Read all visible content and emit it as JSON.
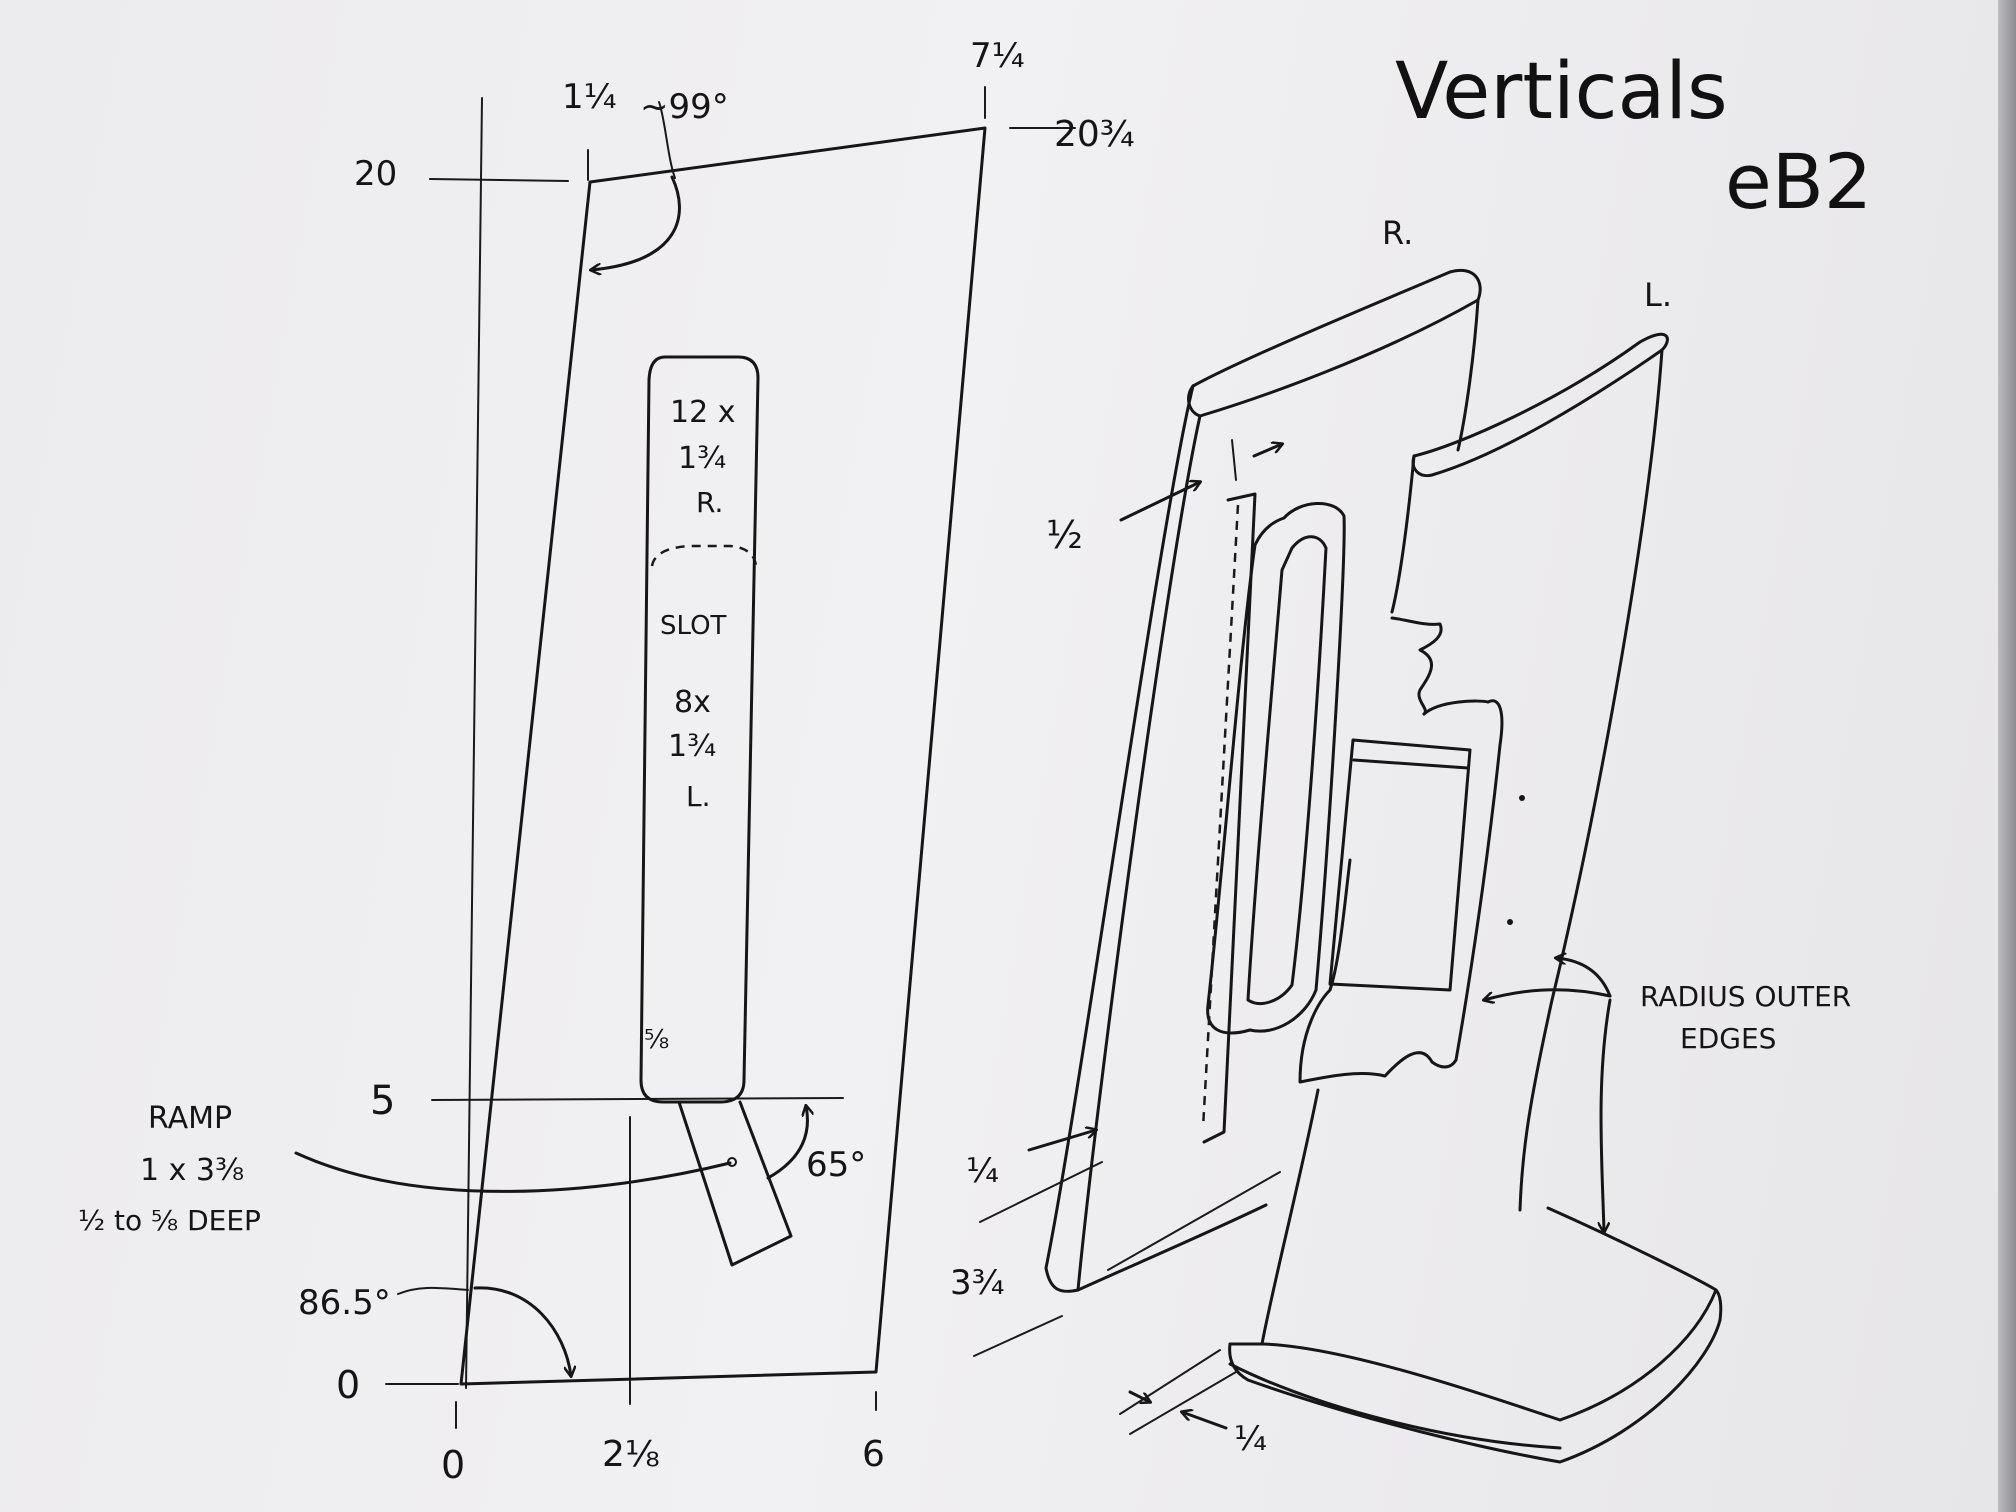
{
  "title": "Verticals",
  "subtitle": "eB2",
  "side_view": {
    "top_marks": [
      "1¼",
      "7¼"
    ],
    "top_right_height": "20¾",
    "top_left_height": "20",
    "top_angle": "~99°",
    "bottom_marks": [
      "0",
      "2⅛",
      "6"
    ],
    "left_marks": [
      "0",
      "5"
    ],
    "bottom_angle": "86.5°",
    "slot_top_label": [
      "12 x",
      "1¾",
      "R."
    ],
    "slot_bottom_label": [
      "SLOT",
      "8x",
      "1¾",
      "L."
    ],
    "slot_small": "⅝",
    "ramp_label": [
      "RAMP",
      "1 x 3⅜",
      "½ to ⅝ DEEP"
    ],
    "ramp_angle": "65°"
  },
  "iso_view": {
    "right_label": "R.",
    "left_label": "L.",
    "half": "½",
    "quarter_mid": "¼",
    "three_three_quarters": "3¾",
    "quarter_bottom": "¼",
    "radius_note": [
      "RADIUS OUTER",
      "EDGES"
    ]
  }
}
